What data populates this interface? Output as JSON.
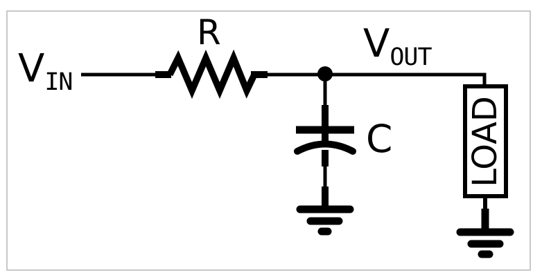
{
  "diagram": {
    "labels": {
      "vin_base": "V",
      "vin_sub": "IN",
      "vout_base": "V",
      "vout_sub": "OUT",
      "resistor": "R",
      "capacitor": "C",
      "load": "LOAD"
    },
    "colors": {
      "ink": "#000000",
      "background": "#ffffff",
      "frame_border": "#c8c8c8"
    }
  }
}
